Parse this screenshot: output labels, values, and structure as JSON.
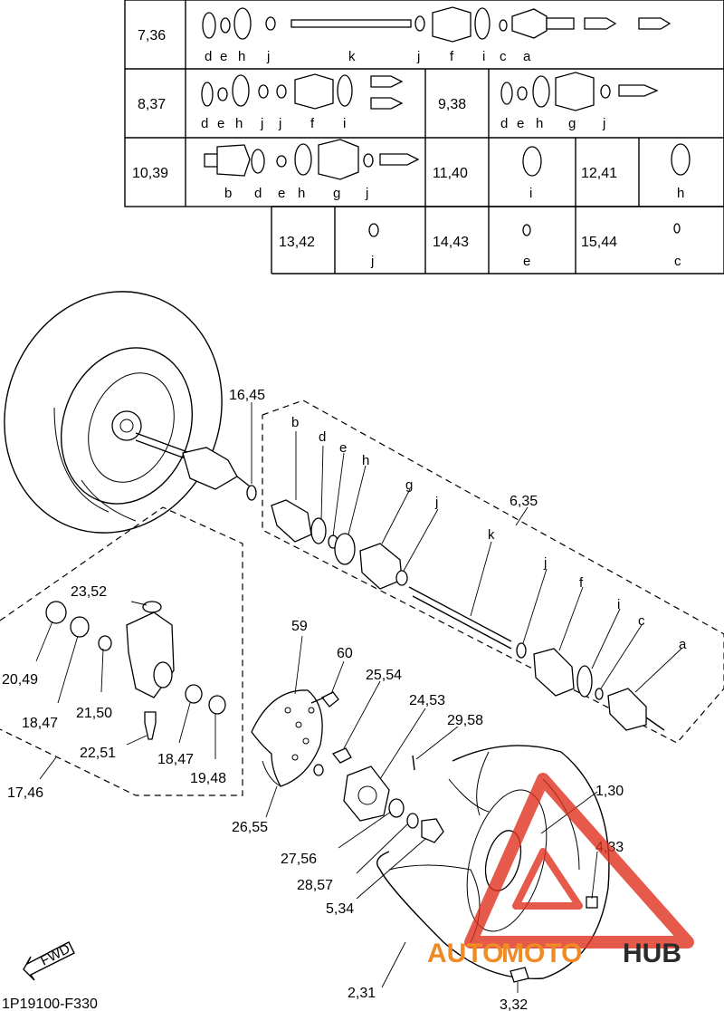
{
  "table": {
    "rows": [
      {
        "label": "7,36",
        "letters": [
          "d",
          "e",
          "h",
          "j",
          "k",
          "j",
          "f",
          "i",
          "c",
          "a"
        ]
      },
      {
        "label": "8,37",
        "letters": [
          "d",
          "e",
          "h",
          "j",
          "j",
          "f",
          "i"
        ]
      },
      {
        "label": "9,38",
        "letters": [
          "d",
          "e",
          "h",
          "g",
          "j"
        ]
      },
      {
        "label": "10,39",
        "letters": [
          "b",
          "d",
          "e",
          "h",
          "g",
          "j"
        ]
      },
      {
        "label": "11,40",
        "letters": [
          "i"
        ]
      },
      {
        "label": "12,41",
        "letters": [
          "h"
        ]
      },
      {
        "label": "13,42",
        "letters": [
          "j"
        ]
      },
      {
        "label": "14,43",
        "letters": [
          "e"
        ]
      },
      {
        "label": "15,44",
        "letters": [
          "c"
        ]
      }
    ]
  },
  "callouts": {
    "c16_45": "16,45",
    "b": "b",
    "d": "d",
    "e": "e",
    "h": "h",
    "g": "g",
    "j1": "j",
    "c6_35": "6,35",
    "k": "k",
    "j2": "j",
    "f": "f",
    "i": "i",
    "c": "c",
    "a": "a",
    "c23_52": "23,52",
    "c59": "59",
    "c60": "60",
    "c25_54": "25,54",
    "c24_53": "24,53",
    "c29_58": "29,58",
    "c20_49": "20,49",
    "c18_47a": "18,47",
    "c21_50": "21,50",
    "c22_51": "22,51",
    "c18_47b": "18,47",
    "c19_48": "19,48",
    "c17_46": "17,46",
    "c26_55": "26,55",
    "c27_56": "27,56",
    "c28_57": "28,57",
    "c5_34": "5,34",
    "c1_30": "1,30",
    "c4_33": "4,33",
    "c2_31": "2,31",
    "c3_32": "3,32"
  },
  "fwd": "FWD",
  "code": "1P19100-F330",
  "watermark": {
    "auto": "AUTO",
    "moto": "MOTO",
    "hub": "HUB",
    "color_orange": "#f08a24",
    "color_red": "#e0311f",
    "color_dark": "#2b2b2b"
  }
}
